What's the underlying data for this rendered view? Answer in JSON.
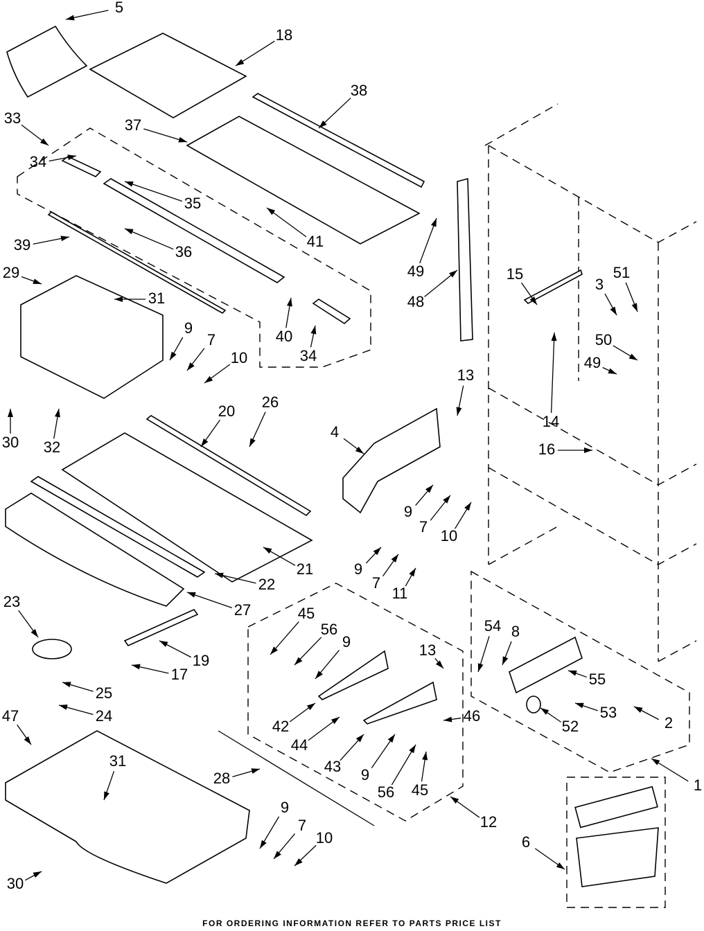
{
  "footer": "FOR ORDERING INFORMATION REFER TO PARTS PRICE LIST",
  "callouts": [
    "5",
    "18",
    "38",
    "33",
    "37",
    "34",
    "35",
    "41",
    "49",
    "39",
    "36",
    "29",
    "31",
    "15",
    "3",
    "51",
    "48",
    "9",
    "7",
    "10",
    "40",
    "34",
    "50",
    "49",
    "13",
    "26",
    "20",
    "14",
    "4",
    "16",
    "30",
    "32",
    "9",
    "7",
    "10",
    "21",
    "22",
    "9",
    "7",
    "11",
    "27",
    "23",
    "45",
    "56",
    "9",
    "54",
    "8",
    "13",
    "19",
    "17",
    "55",
    "25",
    "24",
    "53",
    "2",
    "46",
    "42",
    "52",
    "47",
    "44",
    "43",
    "9",
    "56",
    "45",
    "31",
    "28",
    "1",
    "12",
    "9",
    "7",
    "10",
    "6",
    "30"
  ]
}
